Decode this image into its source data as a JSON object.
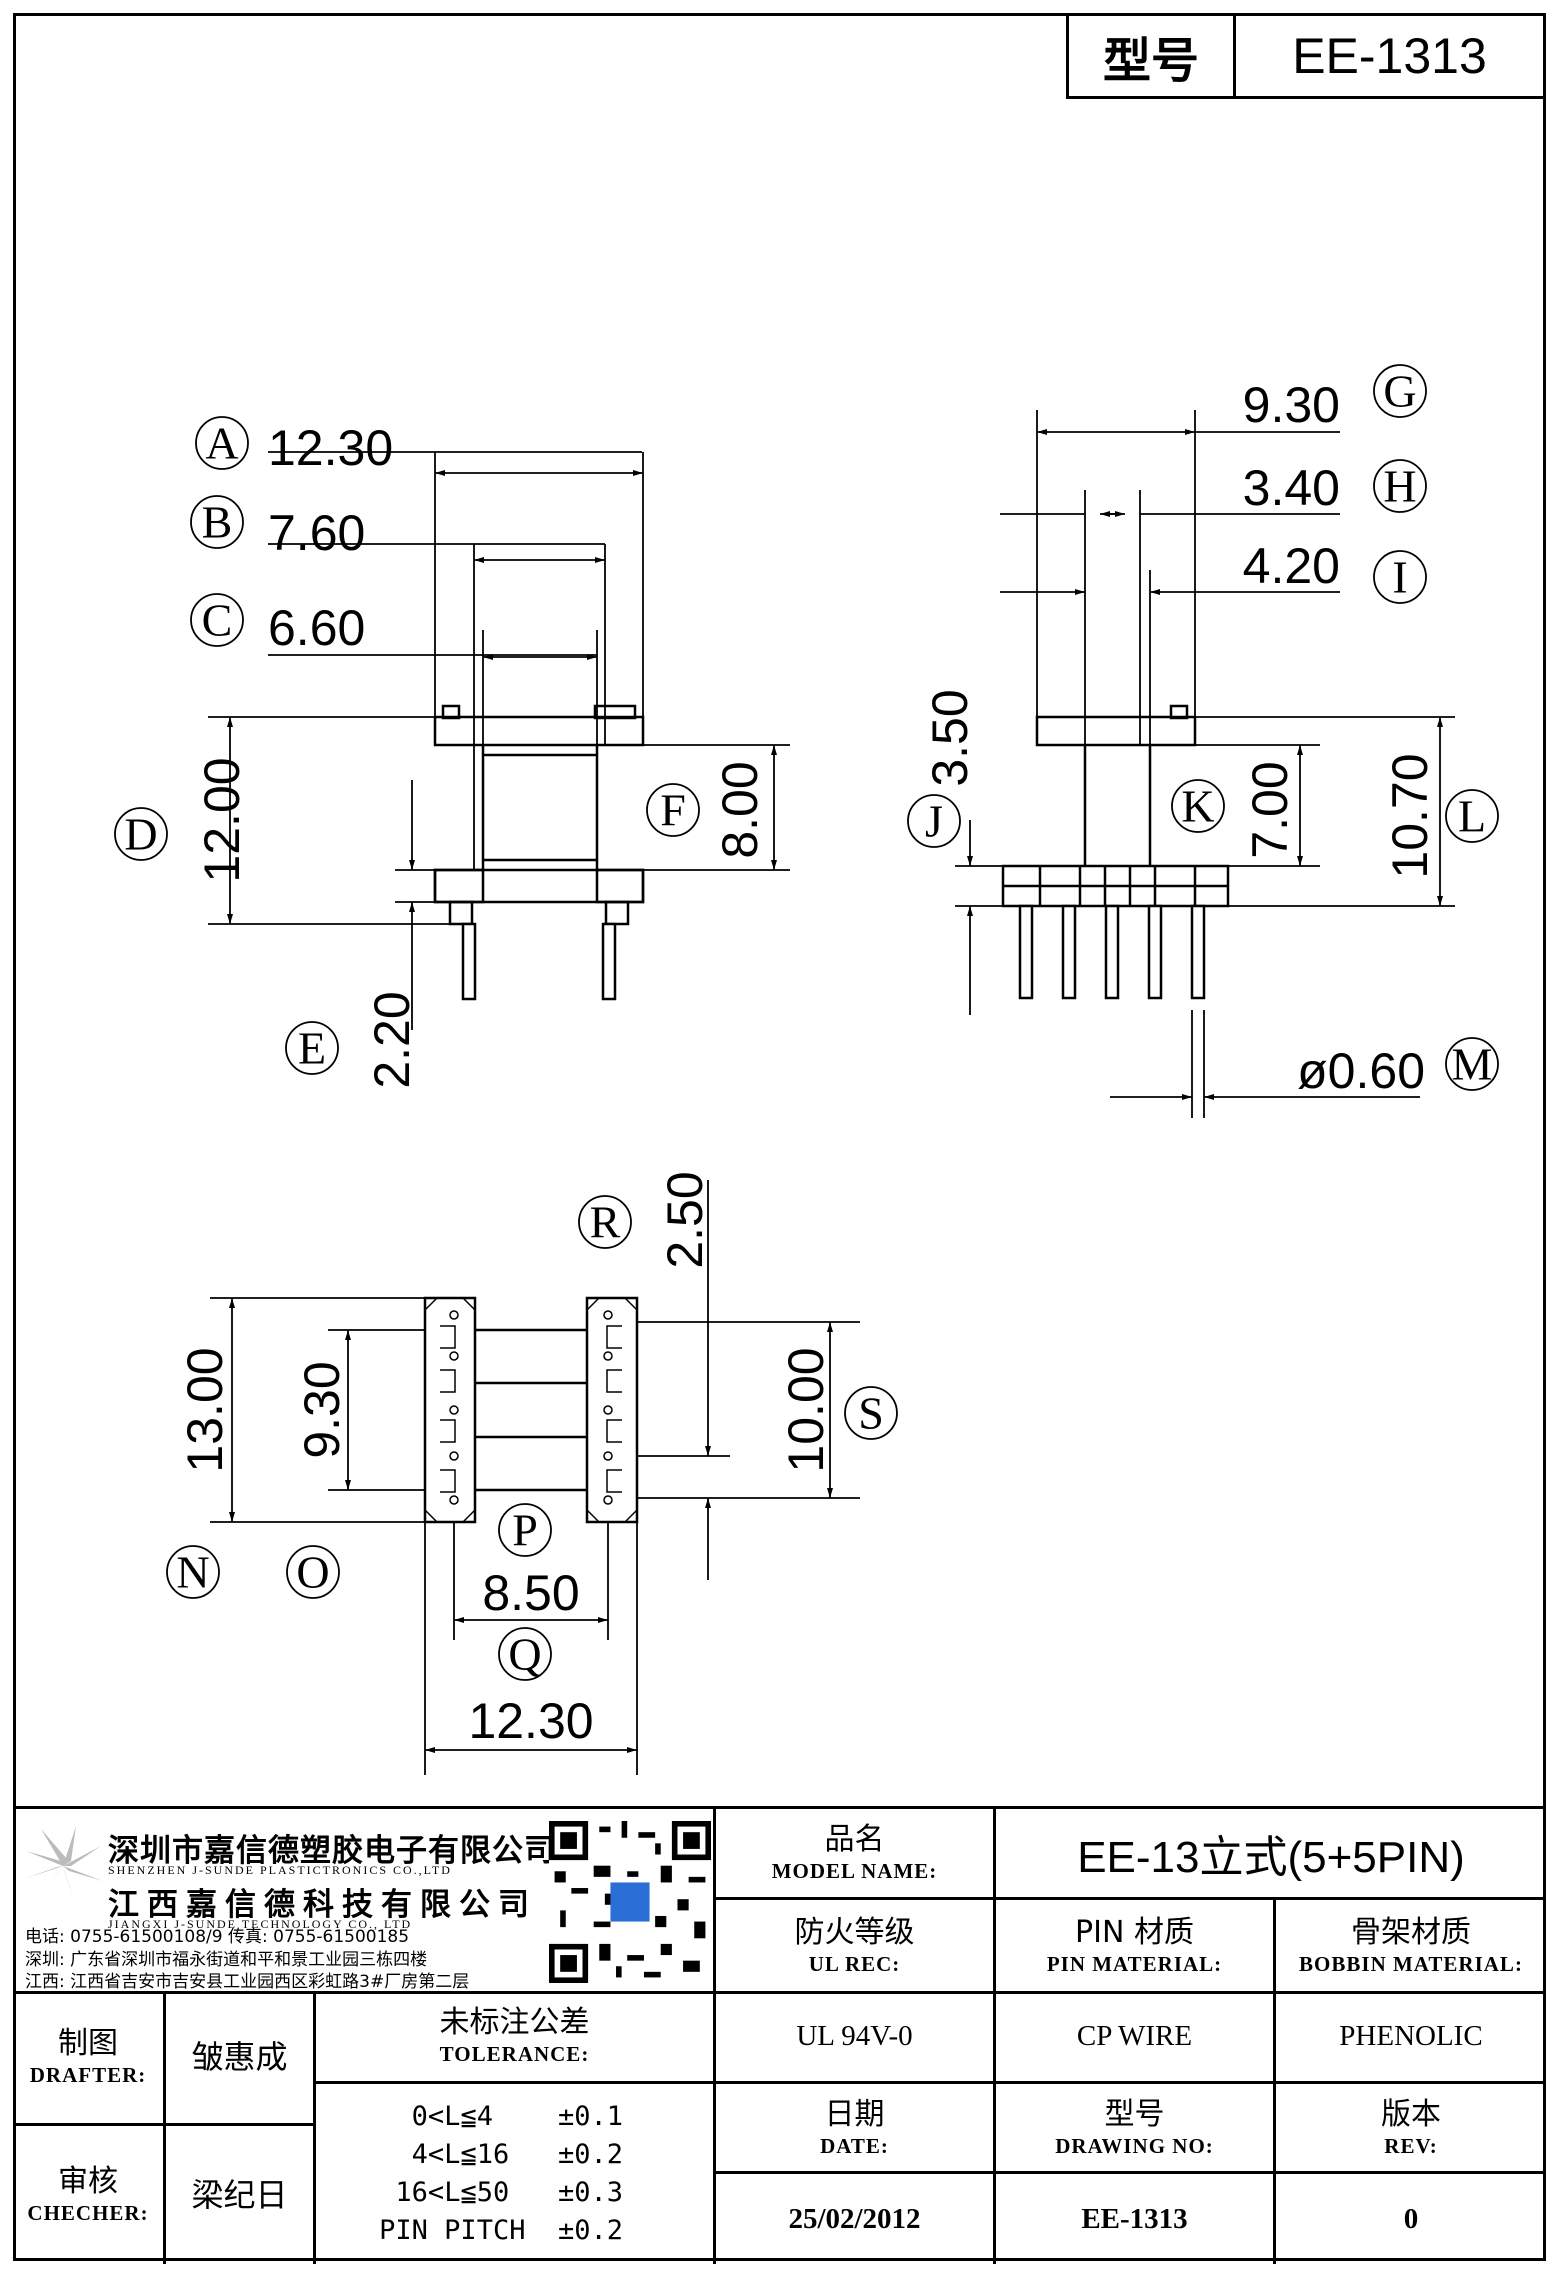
{
  "header": {
    "model_label": "型号",
    "model_value": "EE-1313"
  },
  "views": {
    "front": {
      "dims": [
        {
          "label": "A",
          "value": "12.30"
        },
        {
          "label": "B",
          "value": "7.60"
        },
        {
          "label": "C",
          "value": "6.60"
        },
        {
          "label": "D",
          "value": "12.00"
        },
        {
          "label": "E",
          "value": "2.20"
        },
        {
          "label": "F",
          "value": "8.00"
        }
      ]
    },
    "side": {
      "dims": [
        {
          "label": "G",
          "value": "9.30"
        },
        {
          "label": "H",
          "value": "3.40"
        },
        {
          "label": "I",
          "value": "4.20"
        },
        {
          "label": "J",
          "value": "3.50"
        },
        {
          "label": "K",
          "value": "7.00"
        },
        {
          "label": "L",
          "value": "10.70"
        },
        {
          "label": "M",
          "value": "ø0.60"
        }
      ]
    },
    "bottom": {
      "dims": [
        {
          "label": "R",
          "value": "2.50"
        },
        {
          "label": "N",
          "value": "13.00"
        },
        {
          "label": "O",
          "value": "9.30"
        },
        {
          "label": "S",
          "value": "10.00"
        },
        {
          "label": "P",
          "value": "8.50"
        },
        {
          "label": "Q",
          "value": "12.30"
        }
      ]
    }
  },
  "company": {
    "name1_zh": "深圳市嘉信德塑胶电子有限公司",
    "name1_en": "SHENZHEN J-SUNDE PLASTICTRONICS CO.,LTD",
    "name2_zh": "江西嘉信德科技有限公司",
    "name2_en": "JIANGXI J-SUNDE TECHNOLOGY CO., LTD",
    "phone": "电话: 0755-61500108/9    传真: 0755-61500185",
    "addr_sz": "深圳: 广东省深圳市福永街道和平和景工业园三栋四楼",
    "addr_jx": "江西: 江西省吉安市吉安县工业园西区彩虹路3#厂房第二层"
  },
  "title_block": {
    "model_name_zh": "品名",
    "model_name_en": "MODEL NAME:",
    "model_name_value": "EE-13立式(5+5PIN)",
    "ul_zh": "防火等级",
    "ul_en": "UL REC:",
    "ul_value": "UL 94V-0",
    "pin_zh": "PIN 材质",
    "pin_en": "PIN MATERIAL:",
    "pin_value": "CP WIRE",
    "bobbin_zh": "骨架材质",
    "bobbin_en": "BOBBIN MATERIAL:",
    "bobbin_value": "PHENOLIC",
    "drafter_zh": "制图",
    "drafter_en": "DRAFTER:",
    "drafter_value": "皱惠成",
    "checker_zh": "审核",
    "checker_en": "CHECHER:",
    "checker_value": "梁纪日",
    "tol_zh": "未标注公差",
    "tol_en": "TOLERANCE:",
    "tolerances": [
      "0<L≦4    ±0.1",
      "4<L≦16   ±0.2",
      "16<L≦50   ±0.3",
      "PIN PITCH  ±0.2"
    ],
    "date_zh": "日期",
    "date_en": "DATE:",
    "date_value": "25/02/2012",
    "drawing_zh": "型号",
    "drawing_en": "DRAWING NO:",
    "drawing_value": "EE-1313",
    "rev_zh": "版本",
    "rev_en": "REV:",
    "rev_value": "0"
  }
}
